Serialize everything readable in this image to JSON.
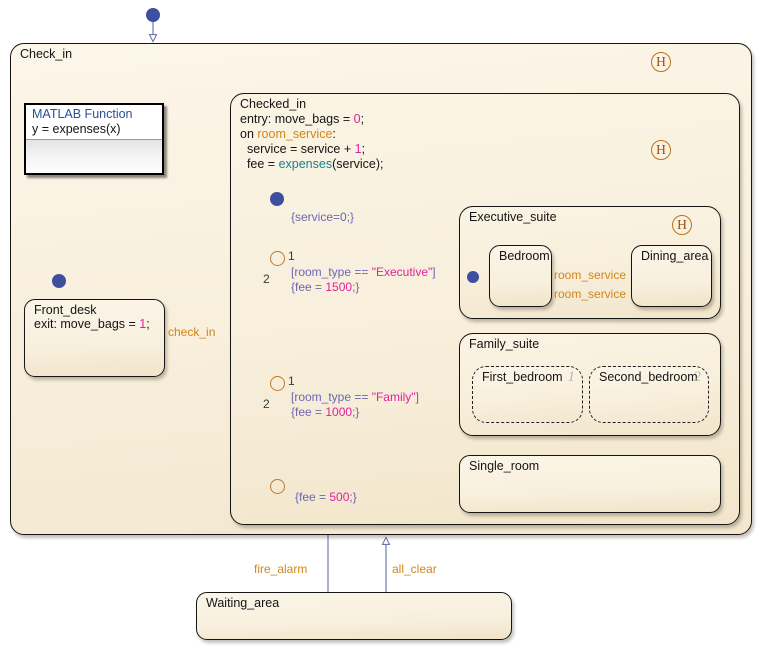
{
  "diagram": {
    "type": "stateflow-chart",
    "colors": {
      "state_fill": "#F8EFDC",
      "state_border": "#151515",
      "transition_line": "#7B86B8",
      "event_text": "#D2851A",
      "condition_text": "#6A66B4",
      "literal_text": "#E0219C",
      "function_text": "#19808C",
      "history_icon": "#C0701A",
      "junction_border": "#C07A2A",
      "default_dot": "#3F4FA0",
      "matlab_title": "#2B4F96",
      "canvas": "#FFFFFF"
    }
  },
  "states": {
    "check_in": {
      "label": "Check_in",
      "history": "H"
    },
    "checked_in": {
      "label": "Checked_in",
      "actions": [
        {
          "prefix": "entry: move_bags = ",
          "value": "0",
          "suffix": ";"
        },
        {
          "prefix": "on ",
          "event": "room_service",
          "suffix": ":"
        },
        {
          "text": "  service = service + ",
          "value": "1",
          "suffix": ";"
        },
        {
          "text": "  fee = ",
          "fn": "expenses",
          "suffix": "(service);"
        }
      ],
      "history": "H"
    },
    "front_desk": {
      "label": "Front_desk",
      "action_prefix": "exit: move_bags = ",
      "action_value": "1",
      "action_suffix": ";"
    },
    "executive_suite": {
      "label": "Executive_suite",
      "history": "H",
      "children": [
        {
          "label": "Bedroom"
        },
        {
          "label": "Dining_area"
        }
      ]
    },
    "family_suite": {
      "label": "Family_suite",
      "children": [
        {
          "label": "First_bedroom",
          "order": "1"
        },
        {
          "label": "Second_bedroom",
          "order": "2"
        }
      ]
    },
    "single_room": {
      "label": "Single_room"
    },
    "waiting_area": {
      "label": "Waiting_area"
    }
  },
  "matlab_function": {
    "title": "MATLAB Function",
    "signature": "y = expenses(x)"
  },
  "transitions": {
    "default_checked_in": {
      "action_open": "{service=0;}",
      "label": "{service=0;}"
    },
    "junction1": {
      "branch_true": "1",
      "branch_false": "2",
      "cond_open": "[room_type == ",
      "cond_value": "\"Executive\"",
      "cond_close": "]",
      "action_open": "{fee = ",
      "action_value": "1500",
      "action_close": ";}"
    },
    "junction2": {
      "branch_true": "1",
      "branch_false": "2",
      "cond_open": "[room_type == ",
      "cond_value": "\"Family\"",
      "cond_close": "]",
      "action_open": "{fee = ",
      "action_value": "1000",
      "action_close": ";}"
    },
    "junction3": {
      "action_open": "{fee = ",
      "action_value": "500",
      "action_close": ";}"
    },
    "check_in_event": {
      "label": "check_in"
    },
    "room_service_to_dining": {
      "label": "room_service"
    },
    "room_service_to_bedroom": {
      "label": "room_service"
    },
    "fire_alarm": {
      "label": "fire_alarm"
    },
    "all_clear": {
      "label": "all_clear"
    }
  }
}
